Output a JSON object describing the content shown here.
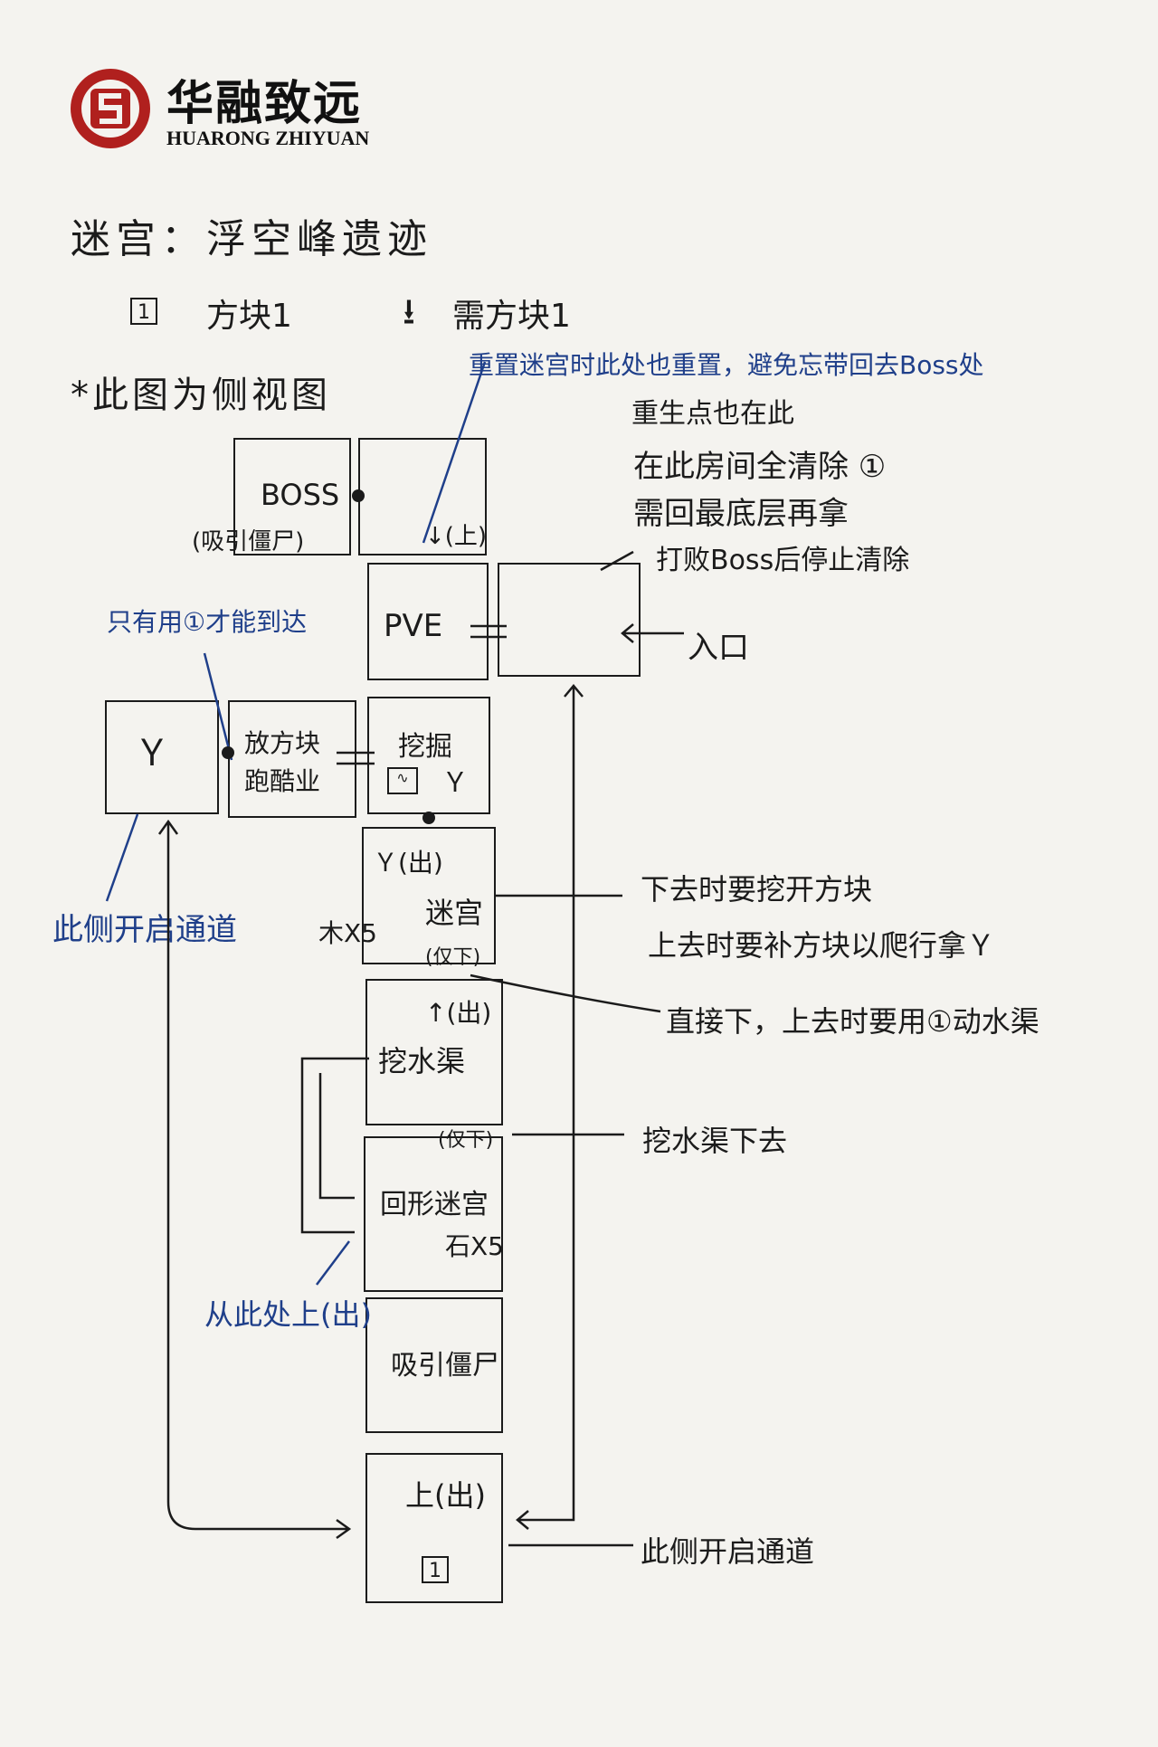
{
  "logo": {
    "cn": "华融致远",
    "en": "HUARONG ZHIYUAN",
    "brand_color": "#b0201e"
  },
  "title": "迷宫：浮空峰遗迹",
  "legend": {
    "block_symbol": "1",
    "block_label": "方块1",
    "need_label": "需方块1"
  },
  "note_side_view": "*此图为侧视图",
  "notes": {
    "reset": "重置迷宫时此处也重置，避免忘带回去Boss处",
    "respawn": "重生点也在此",
    "clear1": "在此房间全清除 ①",
    "clear2": "需回最底层再拿",
    "clear3": "打败Boss后停止清除",
    "entrance": "入口",
    "only_with_block": "只有用①才能到达",
    "open_channel_left": "此侧开启通道",
    "dig_block": "下去时要挖开方块",
    "climb_up": "上去时要补方块以爬行拿Ｙ",
    "water_note": "直接下，上去时要用①动水渠",
    "dig_water_down": "挖水渠下去",
    "climb_from_here": "从此处上(出)",
    "open_channel_right": "此侧开启通道"
  },
  "rooms": {
    "boss": "BOSS",
    "boss_sub": "(吸引僵尸)",
    "up_exit": "↓(上)",
    "pve": "PVE",
    "place_block": "放方块",
    "place_block2": "跑酷业",
    "dig": "挖掘",
    "maze_top": "Ｙ(出)",
    "maze": "迷宫",
    "wood": "木X5",
    "maze_only_down": "(仅下)",
    "water_up": "↑(出)",
    "water": "挖水渠",
    "water_only_down": "(仅下)",
    "circle_maze": "回形迷宫",
    "stone": "石X5",
    "attract": "吸引僵尸",
    "bottom_up": "上(出)",
    "bottom_block": "1"
  },
  "colors": {
    "ink": "#1b1b1b",
    "blue_ink": "#1f3f8a",
    "paper": "#f4f3ef"
  }
}
